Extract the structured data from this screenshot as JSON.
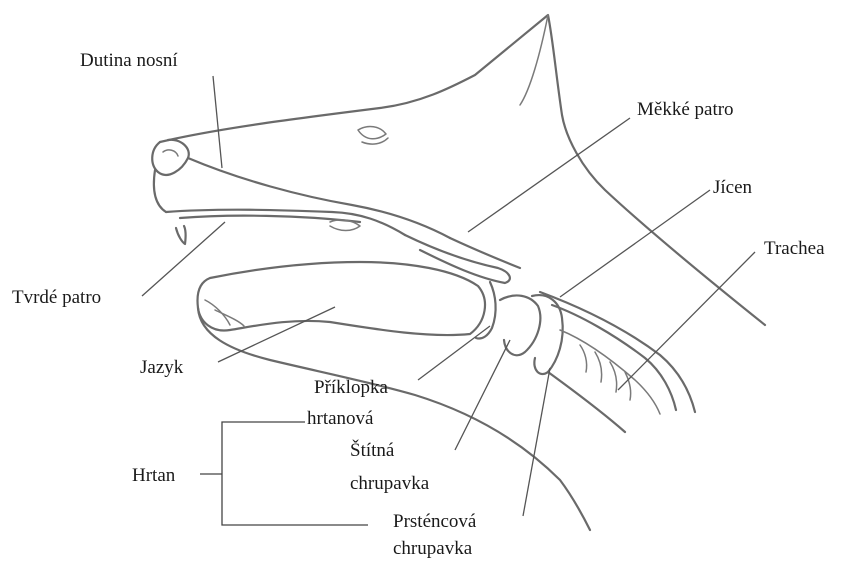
{
  "labels": {
    "dutina_nosni": "Dutina nosní",
    "mekke_patro": "Měkké patro",
    "jicen": "Jícen",
    "trachea": "Trachea",
    "tvrde_patro": "Tvrdé patro",
    "jazyk": "Jazyk",
    "priklopka_1": "Příklopka",
    "priklopka_2": "hrtanová",
    "stitna_1": "Štítná",
    "stitna_2": "chrupavka",
    "hrtan": "Hrtan",
    "prstencova_1": "Prsténcová",
    "prstencova_2": "chrupavka"
  }
}
